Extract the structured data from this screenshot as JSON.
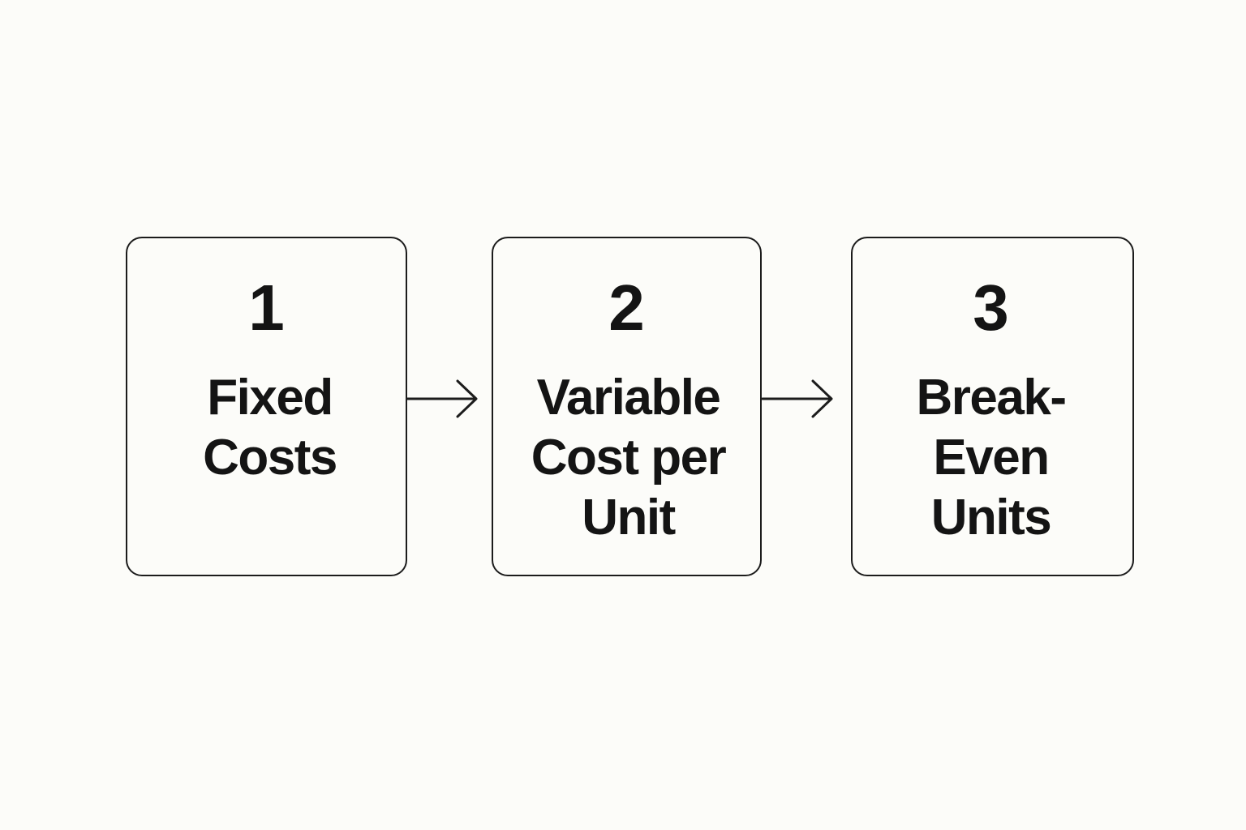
{
  "steps": [
    {
      "number": "1",
      "label_lines": [
        "Fixed",
        "Costs"
      ]
    },
    {
      "number": "2",
      "label_lines": [
        "Variable",
        "Cost per",
        "Unit"
      ]
    },
    {
      "number": "3",
      "label_lines": [
        "Break-",
        "Even",
        "Units"
      ]
    }
  ],
  "icons": {
    "arrow_1": "arrow-right-icon",
    "arrow_2": "arrow-right-icon"
  },
  "colors": {
    "background": "#fcfcf9",
    "stroke": "#1c1c1c",
    "text": "#141414"
  }
}
